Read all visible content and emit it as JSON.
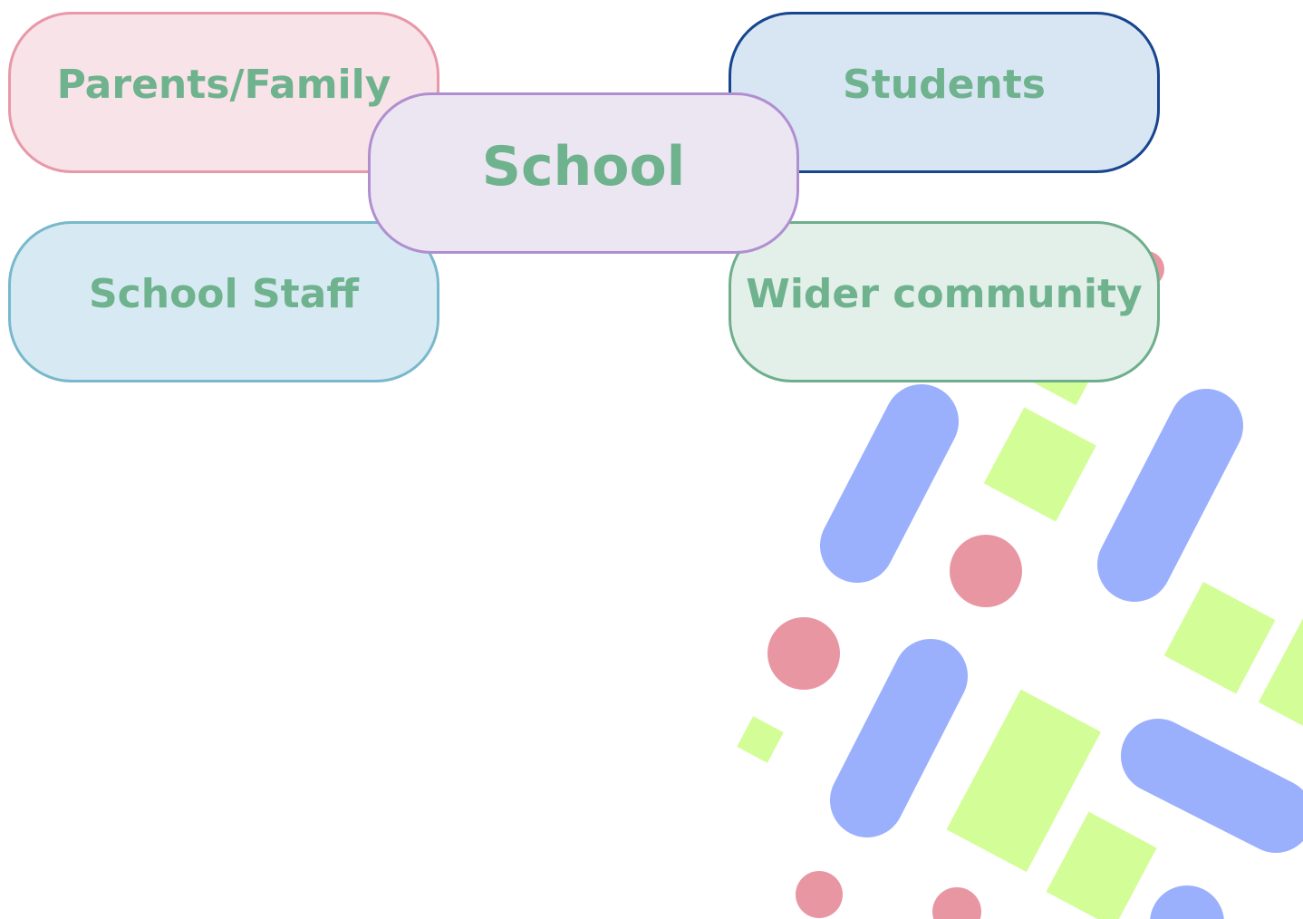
{
  "diagram": {
    "center": {
      "label": "School",
      "fill": "#ece6f2",
      "border": "#b08fd0"
    },
    "nodes": [
      {
        "id": "parents",
        "label": "Parents/Family",
        "fill": "#f8e3e8",
        "border": "#e898a8"
      },
      {
        "id": "students",
        "label": "Students",
        "fill": "#d8e6f4",
        "border": "#17458e"
      },
      {
        "id": "staff",
        "label": "School Staff",
        "fill": "#d7eaf3",
        "border": "#78b8cc"
      },
      {
        "id": "community",
        "label": "Wider community",
        "fill": "#e3efe9",
        "border": "#6fae8c"
      }
    ],
    "text_color": "#6fb28e"
  },
  "decoration": {
    "colors": {
      "blue": "#9bb0fc",
      "pink": "#e996a3",
      "lime": "#d3fd96"
    }
  }
}
